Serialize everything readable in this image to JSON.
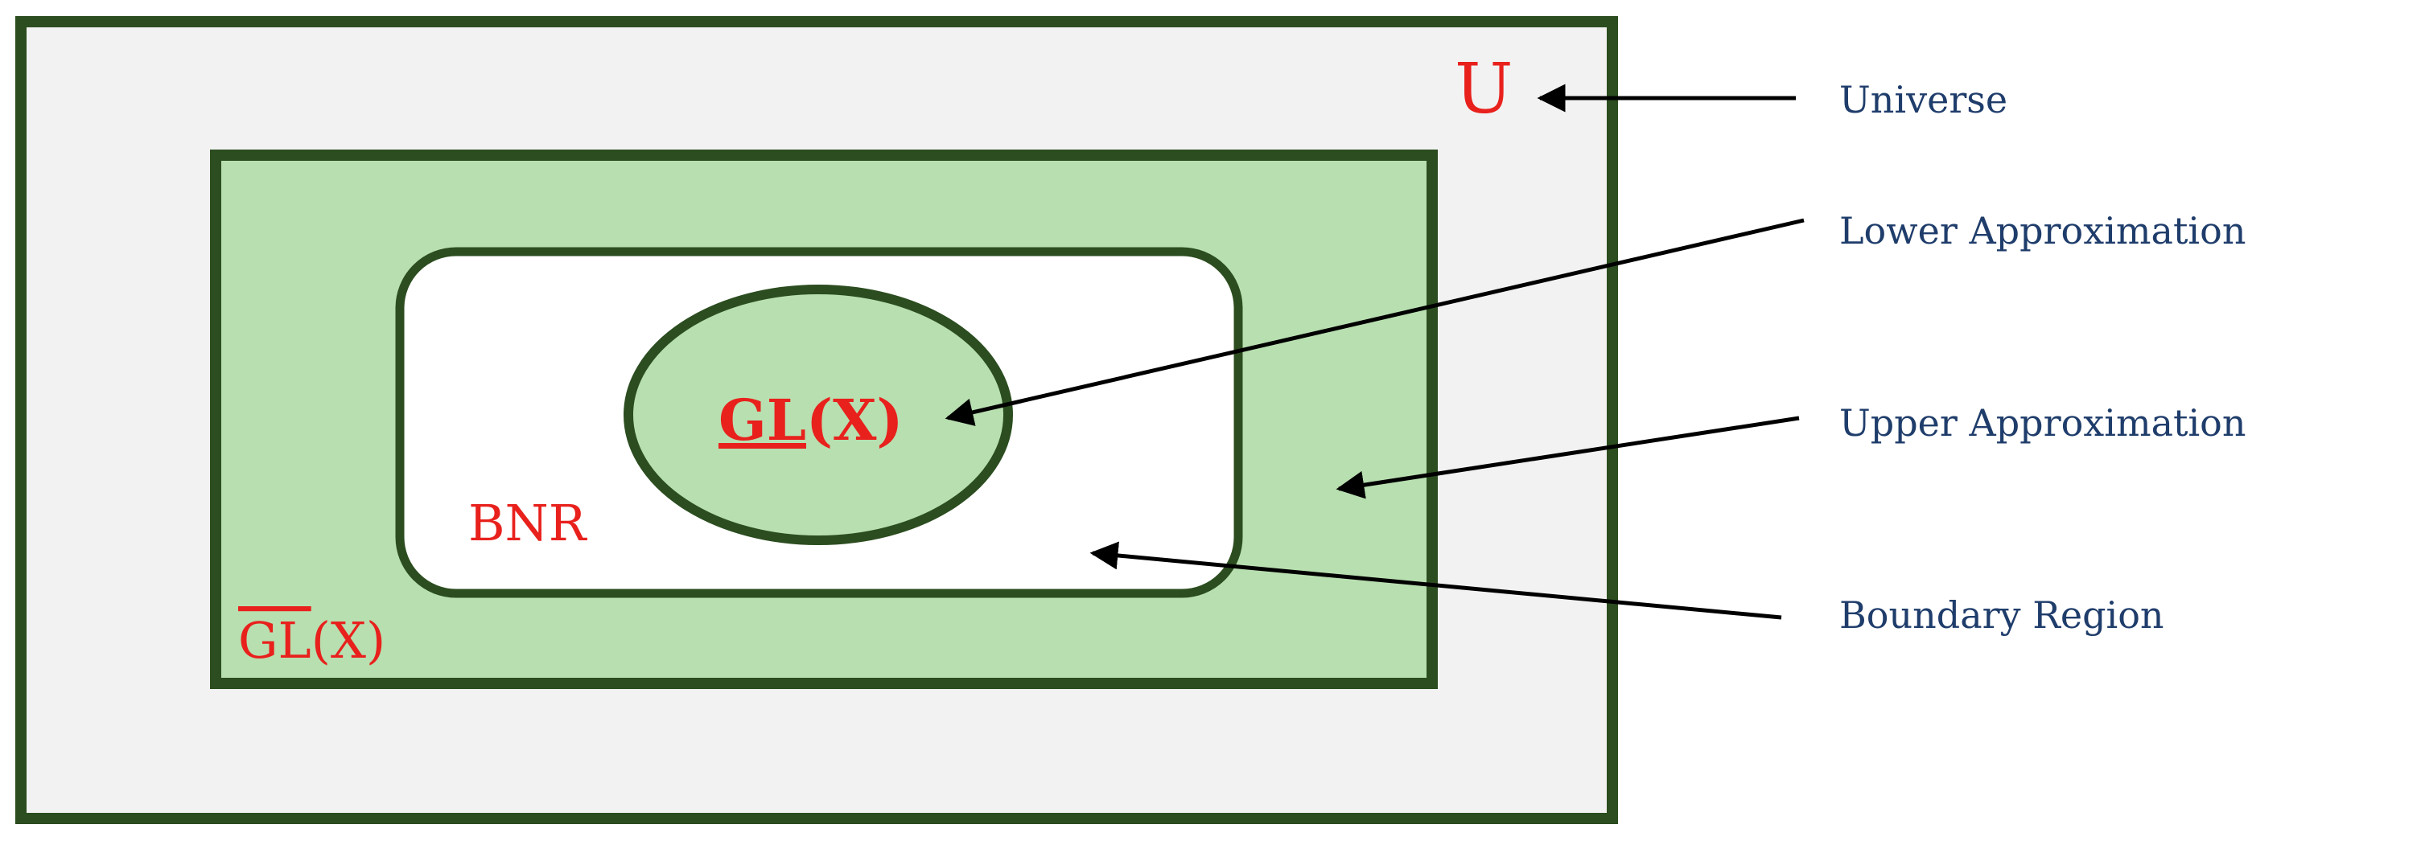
{
  "diagram": {
    "symbols": {
      "universe": "U",
      "lower": "GL",
      "lower_arg": "(X)",
      "boundary": "BNR",
      "upper": "GL",
      "upper_arg": "(X)"
    },
    "callouts": [
      {
        "id": "universe",
        "label": "Universe"
      },
      {
        "id": "lower",
        "label": "Lower Approximation"
      },
      {
        "id": "upper",
        "label": "Upper Approximation"
      },
      {
        "id": "boundary",
        "label": "Boundary Region"
      }
    ],
    "colors": {
      "outer_border": "#2b4d1f",
      "universe_fill": "#f2f2f2",
      "upper_fill": "#b8dfb0",
      "boundary_fill": "#ffffff",
      "lower_fill": "#b8dfb0",
      "symbol_text": "#e8211d",
      "callout_text": "#1f3d6b"
    }
  }
}
